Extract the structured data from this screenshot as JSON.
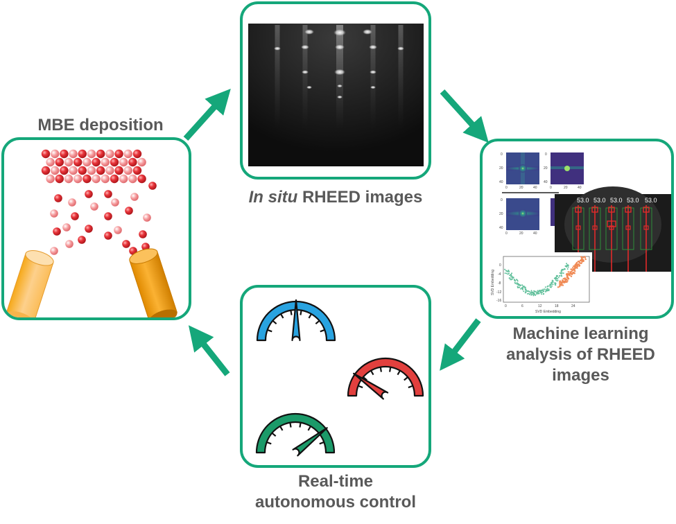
{
  "colors": {
    "accent": "#15a77a",
    "label": "#595959",
    "blue_gauge": "#29a3e0",
    "red_gauge": "#e2403e",
    "green_gauge": "#1b9a69",
    "atom_red": "#e8343a",
    "atom_pink": "#f59a9c",
    "cell_light": "#fdc97a",
    "cell_dark": "#f3a010",
    "rheed_bg": "#111111"
  },
  "labels": {
    "mbe": "MBE deposition",
    "rheed_italic": "In situ",
    "rheed_rest": " RHEED images",
    "ml_line1": "Machine learning",
    "ml_line2": "analysis of RHEED",
    "ml_line3": "images",
    "control_line1": "Real-time",
    "control_line2": "autonomous control"
  },
  "ml_panel": {
    "peak_values": [
      "53.0",
      "53.0",
      "53.0",
      "53.0",
      "53.0"
    ],
    "embedding_xlabel": "SVD Embedding",
    "embedding_ylabel": "SVD Embedding",
    "fft_ticks_x": [
      "0",
      "20",
      "40"
    ],
    "fft_ticks_y": [
      "0",
      "20",
      "40"
    ],
    "embed_ticks_x": [
      "0",
      "6",
      "12",
      "18",
      "24"
    ],
    "embed_ticks_y": [
      "0",
      "-4",
      "-8",
      "-12",
      "-16"
    ]
  }
}
